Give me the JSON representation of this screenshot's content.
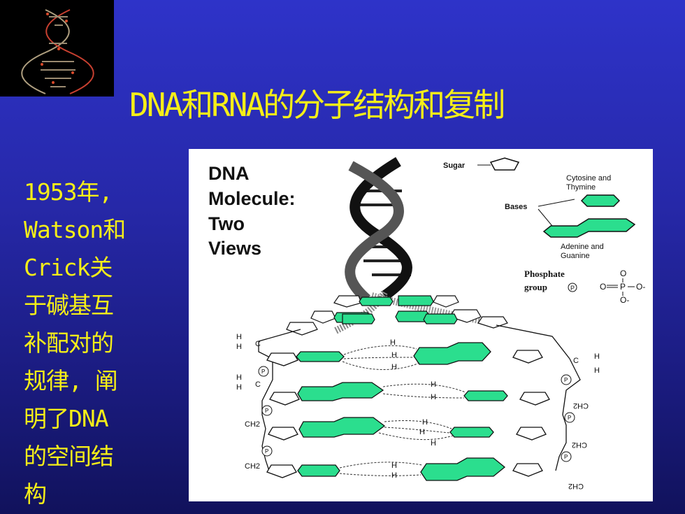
{
  "slide": {
    "title": "DNA和RNA的分子结构和复制",
    "left_lines": [
      "1953年,",
      "Watson和",
      "Crick关",
      "于碱基互",
      "补配对的",
      "规律, 阐",
      "明了DNA",
      "的空间结",
      "构"
    ]
  },
  "figure": {
    "heading": [
      "DNA",
      "Molecule:",
      "Two",
      "Views"
    ],
    "legend": {
      "sugar": "Sugar",
      "bases": "Bases",
      "cytosine_thymine": [
        "Cytosine and",
        "Thymine"
      ],
      "adenine_guanine": [
        "Adenine and",
        "Guanine"
      ],
      "phosphate": [
        "Phosphate",
        "group"
      ]
    },
    "base_color": "#2bde8e",
    "labels": {
      "phosphate_symbol": "P",
      "h": "H",
      "c": "C",
      "ch2": "CH2",
      "o": "O",
      "o_minus": "O-"
    }
  }
}
